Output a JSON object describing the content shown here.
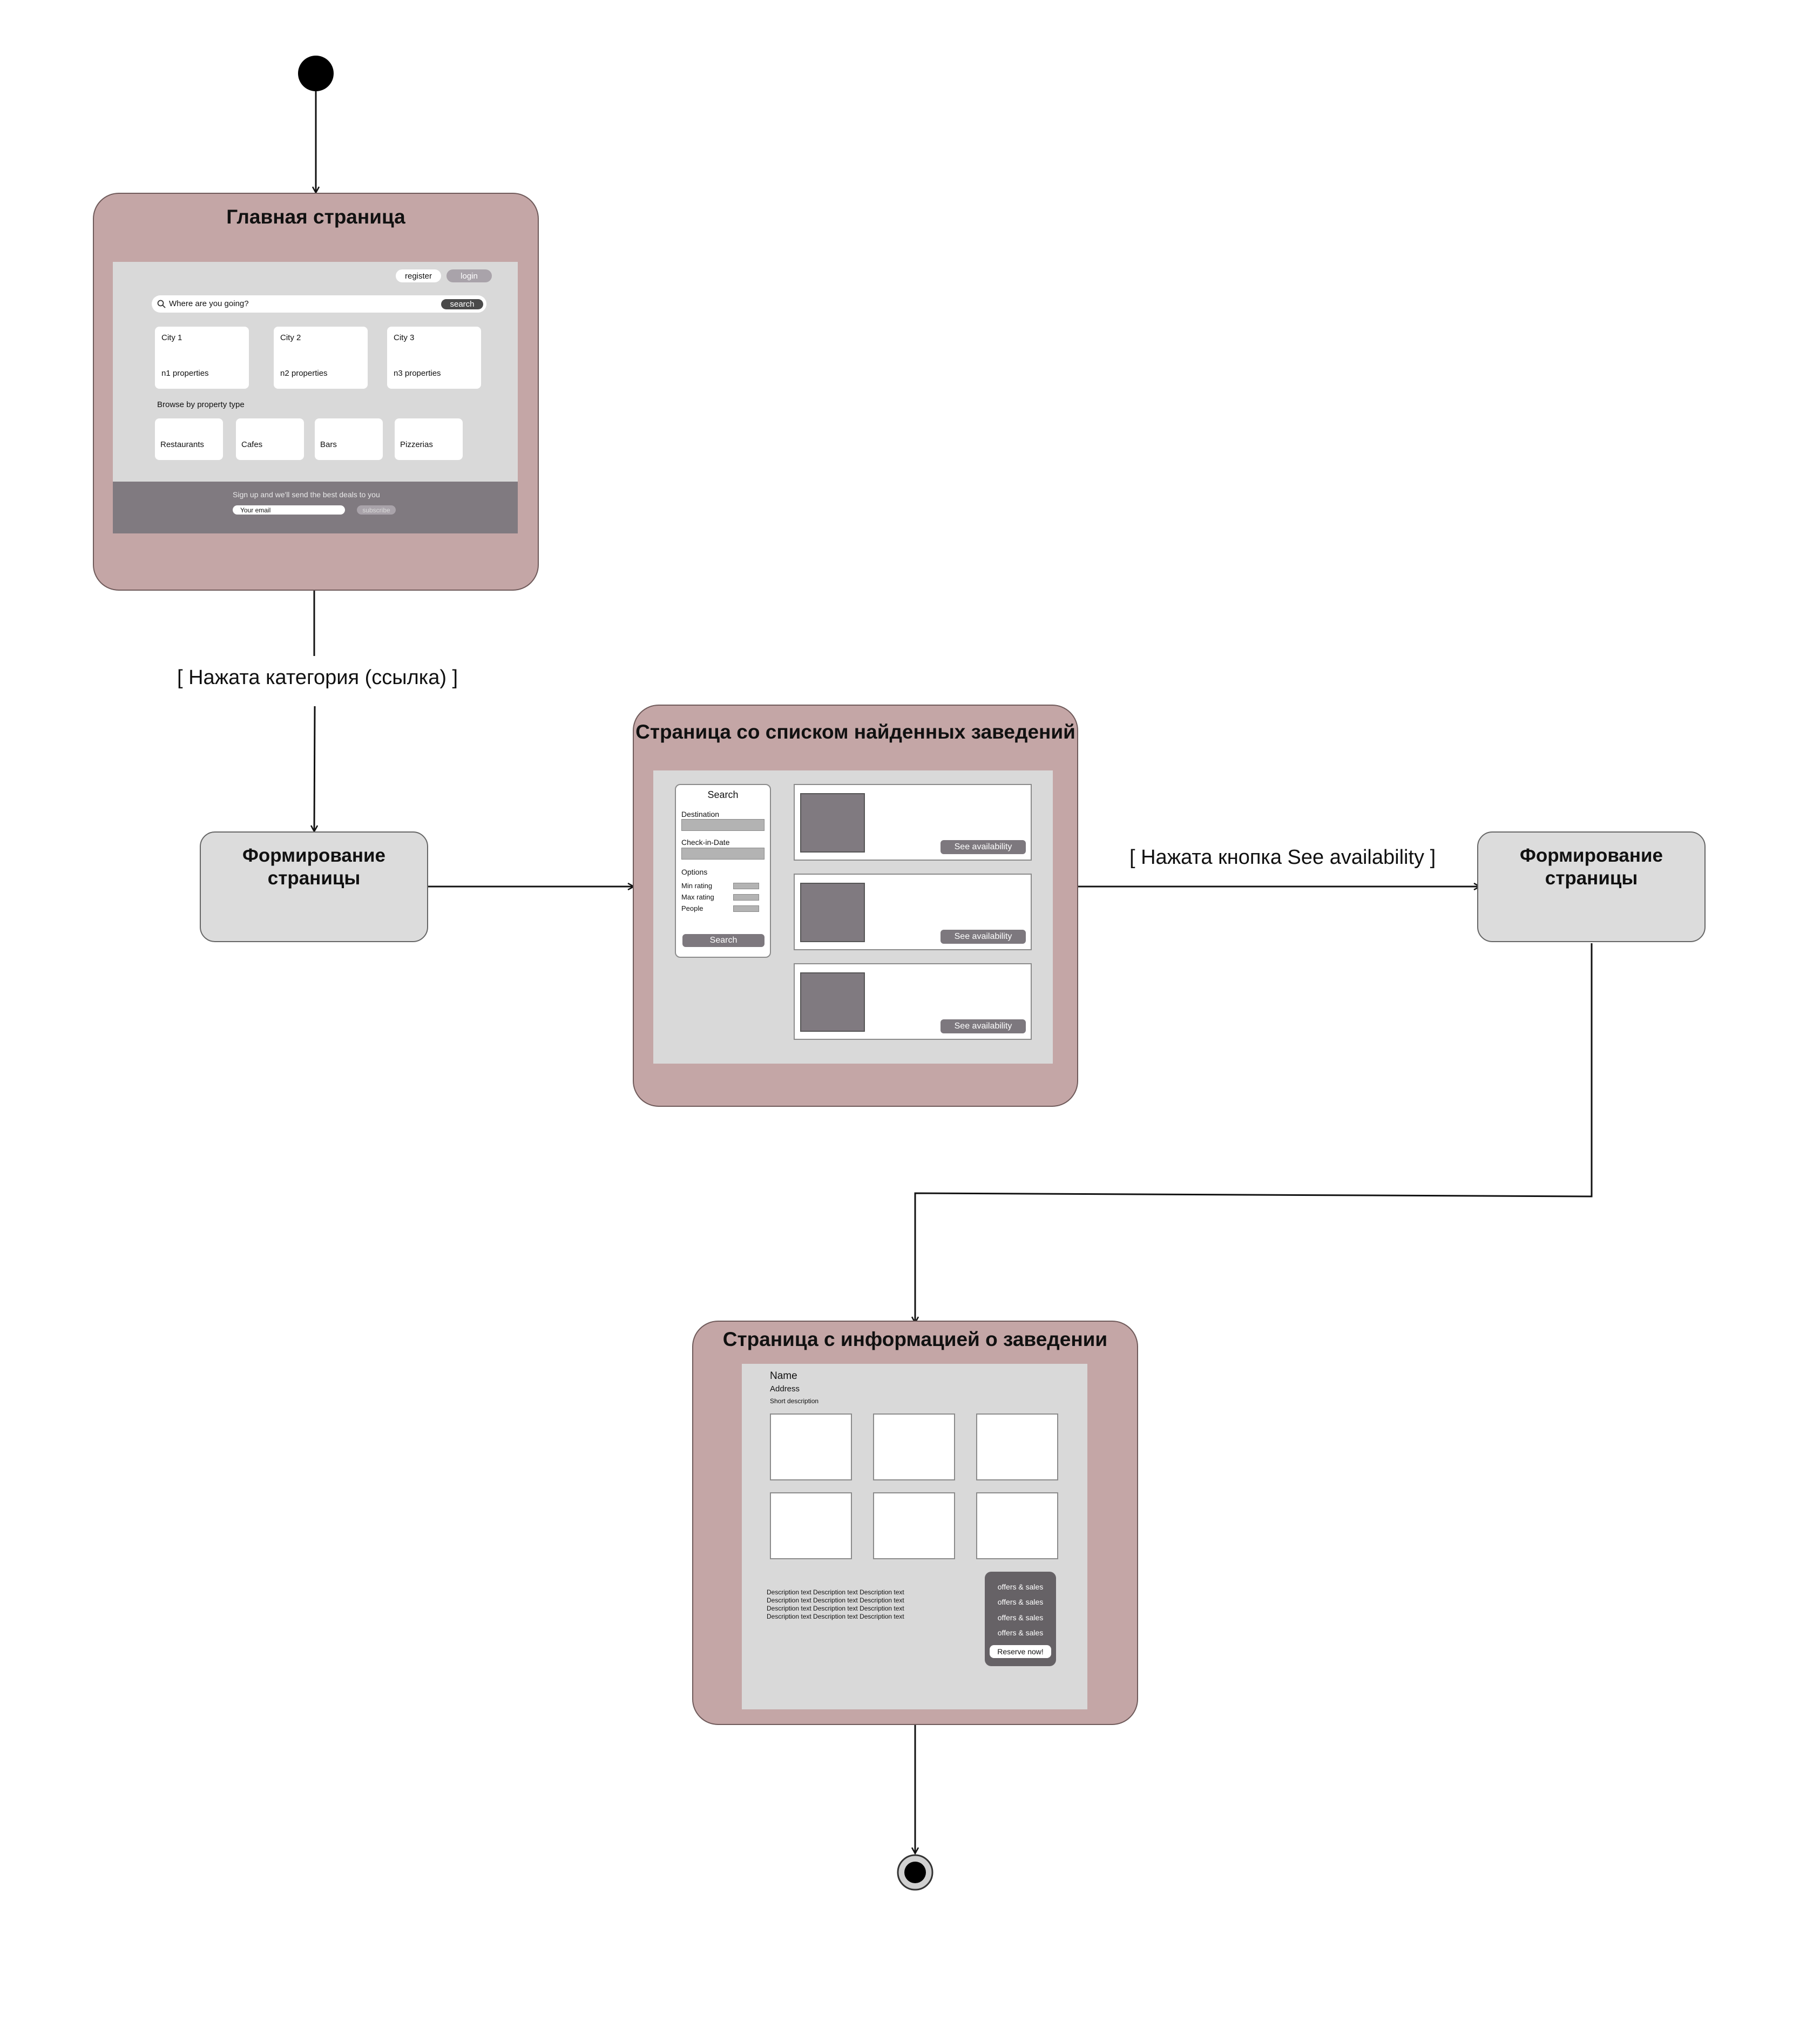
{
  "diagram": {
    "states": {
      "main": {
        "title": "Главная страница",
        "header": {
          "register": "register",
          "login": "login"
        },
        "search": {
          "placeholder": "Where are you going?",
          "button": "search"
        },
        "cities": [
          {
            "name": "City 1",
            "count": "n1 properties"
          },
          {
            "name": "City 2",
            "count": "n2 properties"
          },
          {
            "name": "City 3",
            "count": "n3 properties"
          }
        ],
        "browse_label": "Browse by property type",
        "types": [
          "Restaurants",
          "Cafes",
          "Bars",
          "Pizzerias"
        ],
        "footer": {
          "text": "Sign up and we'll send the best deals to you",
          "email_placeholder": "Your email",
          "subscribe": "subscribe"
        }
      },
      "list": {
        "title": "Страница со списком найденных заведений",
        "sidebar": {
          "heading": "Search",
          "destination": "Destination",
          "checkin": "Check-in-Date",
          "options": "Options",
          "min_rating": "Min rating",
          "max_rating": "Max rating",
          "people": "People",
          "button": "Search"
        },
        "results": [
          "See availability",
          "See availability",
          "See availability"
        ]
      },
      "info": {
        "title": "Страница с информацией о заведении",
        "name": "Name",
        "address": "Address",
        "short_description": "Short description",
        "description_lines": [
          "Description text Description text Description text",
          "Description text Description text Description text",
          "Description text Description text Description text",
          "Description text Description text Description text"
        ],
        "offers": [
          "offers & sales",
          "offers & sales",
          "offers & sales",
          "offers & sales"
        ],
        "reserve": "Reserve now!"
      }
    },
    "process_nodes": {
      "left": "Формирование\nстраницы",
      "right": "Формирование\nстраницы"
    },
    "guards": {
      "category_clicked": "[ Нажата категория (ссылка) ]",
      "see_availability": "[ Нажата кнопка See availability ]"
    },
    "colors": {
      "state_fill": "#c4a6a6",
      "screen_fill": "#d9d9d9",
      "footer_fill": "#807a80",
      "process_fill": "#dcdcdc"
    }
  }
}
